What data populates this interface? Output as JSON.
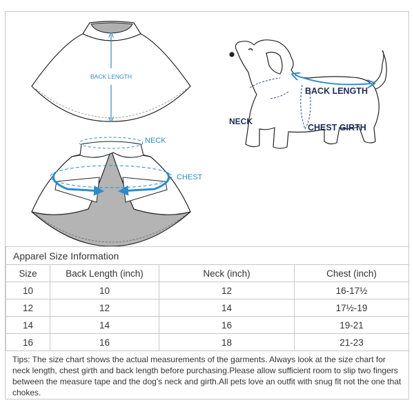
{
  "diagram": {
    "cape_back_label": "BACK LENGTH",
    "cape_neck_label": "NECK",
    "cape_chest_label": "CHEST",
    "dog_back_label": "BACK LENGTH",
    "dog_neck_label": "NECK",
    "dog_chest_label": "CHEST GIRTH",
    "colors": {
      "accent_blue": "#2a8ccc",
      "dog_label_navy": "#1e2a5a",
      "cape_gray": "#b4b4b4",
      "line": "#222222",
      "border": "#c8c8c8"
    }
  },
  "table": {
    "title": "Apparel Size Information",
    "headers": [
      "Size",
      "Back Length (inch)",
      "Neck (inch)",
      "Chest (inch)"
    ],
    "rows": [
      [
        "10",
        "10",
        "12",
        "16-17½"
      ],
      [
        "12",
        "12",
        "14",
        "17½-19"
      ],
      [
        "14",
        "14",
        "16",
        "19-21"
      ],
      [
        "16",
        "16",
        "18",
        "21-23"
      ]
    ]
  },
  "tips": "Tips:  The size chart shows the actual measurements of the  garments.  Always look at the size chart for neck length, chest girth and back length before purchasing.Please allow sufficient room to slip two fingers between the measure tape and the dog's neck and girth.All pets love an outfit with snug fit not the one that chokes."
}
